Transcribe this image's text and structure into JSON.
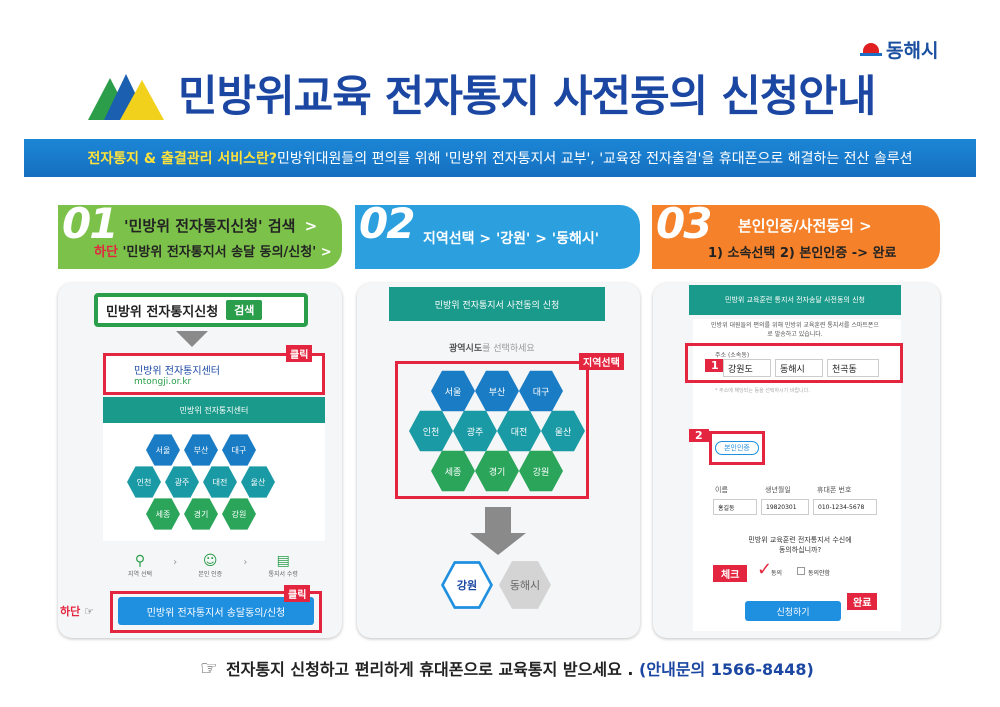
{
  "header": {
    "city_logo": "동해시",
    "title": "민방위교육 전자통지 사전동의 신청안내"
  },
  "banner": {
    "highlight": "전자통지 & 출결관리 서비스란?",
    "text": " 민방위대원들의 편의를 위해 '민방위 전자통지서 교부', '교육장 전자출결'을 휴대폰으로 해결하는 전산 솔루션"
  },
  "steps": [
    {
      "num": "01",
      "line1": "'민방위 전자통지신청' 검색",
      "arrow": ">",
      "line2_prefix": "하단",
      "line2": " '민방위 전자통지서 송달 동의/신청'",
      "line2_arrow": ">"
    },
    {
      "num": "02",
      "line1": "지역선택 > '강원' > '동해시'"
    },
    {
      "num": "03",
      "line1": "본인인증/사전동의",
      "arrow": ">",
      "line2": "1) 소속선택  2) 본인인증 -> 완료"
    }
  ],
  "panel1": {
    "search_text": "민방위 전자통지신청",
    "search_btn": "검색",
    "result_title": "민방위 전자통지센터",
    "result_url": "mtongji.or.kr",
    "click1": "클릭",
    "site_header": "민방위 전자통지센터",
    "hexes": [
      "서울",
      "부산",
      "대구",
      "인천",
      "광주",
      "대전",
      "울산",
      "세종",
      "경기",
      "강원"
    ],
    "step_icons": [
      "지역 선택",
      "본인 인증",
      "통지서 수령"
    ],
    "bottom_prefix": "하단",
    "bottom_btn": "민방위 전자통지서 송달동의/신청",
    "click2": "클릭"
  },
  "panel2": {
    "header": "민방위 전자통지서 사전동의 신청",
    "prompt_bold": "광역시도",
    "prompt_rest": "를 선택하세요",
    "region_tag": "지역선택",
    "hexes": [
      "서울",
      "부산",
      "대구",
      "인천",
      "광주",
      "대전",
      "울산",
      "세종",
      "경기",
      "강원"
    ],
    "choice1": "강원",
    "choice2": "동해시"
  },
  "panel3": {
    "header": "민방위 교육훈련 통지서 전자송달 사전동의 신청",
    "intro": "민방위 대원들의 편의를 위해 민방위 교육훈련 통지서를 스마트폰으로 발송하고 있습니다.",
    "addr_label": "주소 (소속동)",
    "sel1": "강원도",
    "sel2": "동해시",
    "sel3": "천곡동",
    "badge1": "1",
    "badge2": "2",
    "note": "* 주소에 해당되는 동을 선택하시기 바랍니다.",
    "verify_btn": "본인인증",
    "col_name": "이름",
    "col_birth": "생년월일",
    "col_phone": "휴대폰 번호",
    "val_name": "홍길동",
    "val_birth": "19820301",
    "val_phone": "010-1234-5678",
    "consent_q1": "민방위 교육훈련 전자통지서 수신에",
    "consent_q2": "동의하십니까?",
    "check_tag": "체크",
    "agree": "동의",
    "disagree": "동의안함",
    "submit_btn": "신청하기",
    "done_tag": "완료"
  },
  "footer": {
    "icon": "☞",
    "text": "전자통지 신청하고 편리하게 휴대폰으로 교육통지 받으세요 .",
    "contact": "(안내문의 1566-8448)"
  }
}
